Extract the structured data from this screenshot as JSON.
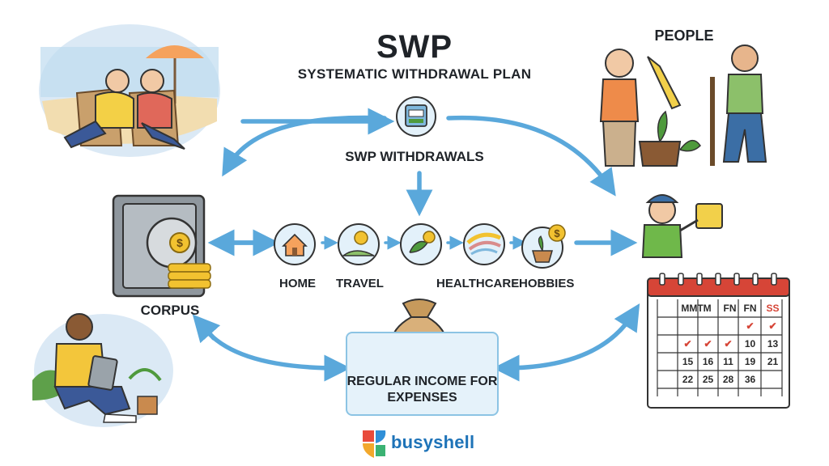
{
  "header": {
    "title": "SWP",
    "subtitle": "SYSTEMATIC WITHDRAWAL PLAN"
  },
  "labels": {
    "withdrawals": "SWP WITHDRAWALS",
    "people": "PEOPLE",
    "corpus": "CORPUS",
    "income": "REGULAR INCOME FOR EXPENSES"
  },
  "steps": [
    {
      "label": "HOME",
      "icon": "house-icon"
    },
    {
      "label": "TRAVEL",
      "icon": "travel-icon"
    },
    {
      "label": "HEALTHCARE",
      "icon": "plant-coin-icon"
    },
    {
      "label": "",
      "icon": "ribbon-icon"
    },
    {
      "label": "HOBBIES",
      "icon": "potted-plant-coin-icon"
    }
  ],
  "step_separator": "-",
  "calendar": {
    "headers": [
      "MMTM",
      "FN",
      "FN",
      "SS"
    ],
    "rows": [
      [
        "",
        "",
        "",
        "✔",
        "✔"
      ],
      [
        "✔",
        "✔",
        "✔",
        "10",
        "13"
      ],
      [
        "15",
        "16",
        "11",
        "19",
        "21"
      ],
      [
        "22",
        "25",
        "28",
        "36",
        ""
      ]
    ]
  },
  "brand": {
    "name": "busyshell"
  },
  "colors": {
    "arrow": "#5aa8db",
    "accent_red": "#d64537",
    "coin_gold": "#f2c230",
    "circle_fill": "#e3f1fa",
    "brand_blue": "#1e73b8"
  }
}
